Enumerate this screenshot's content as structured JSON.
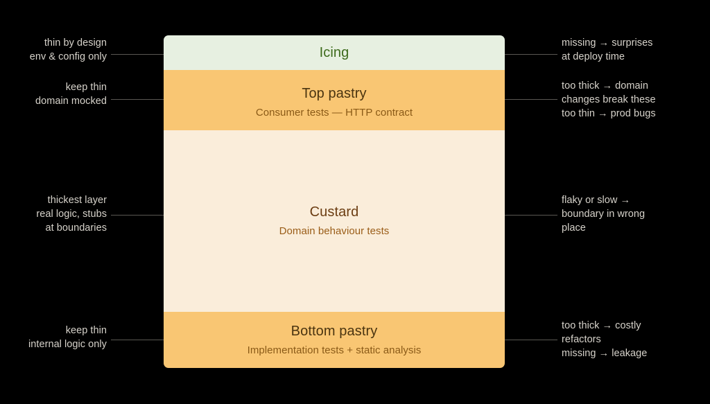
{
  "diagram": {
    "title": "Testing cake / layered testing strategy diagram",
    "background_color": "#000000",
    "layers": [
      {
        "key": "icing",
        "title": "Icing",
        "subtitle": "",
        "fill": "#e7f0e1",
        "title_color": "#3d6b1c",
        "left_note": "thin by design\nenv & config only",
        "right_note": "missing → surprises\nat deploy time"
      },
      {
        "key": "top_pastry",
        "title": "Top pastry",
        "subtitle": "Consumer tests — HTTP contract",
        "fill": "#f9c673",
        "title_color": "#4a3410",
        "left_note": "keep thin\ndomain mocked",
        "right_note": "too thick → domain\nchanges break these\ntoo thin → prod bugs"
      },
      {
        "key": "custard",
        "title": "Custard",
        "subtitle": "Domain behaviour tests",
        "fill": "#faedda",
        "title_color": "#6b3d12",
        "left_note": "thickest layer\nreal logic, stubs\nat boundaries",
        "right_note": "flaky or slow →\nboundary in wrong\nplace"
      },
      {
        "key": "bottom_pastry",
        "title": "Bottom pastry",
        "subtitle": "Implementation tests + static analysis",
        "fill": "#f9c673",
        "title_color": "#4a3410",
        "left_note": "keep thin\ninternal logic only",
        "right_note": "too thick → costly\nrefactors\nmissing → leakage"
      }
    ],
    "annotation_color": "#d6d2ca",
    "leader_line_color": "#5a5853"
  }
}
